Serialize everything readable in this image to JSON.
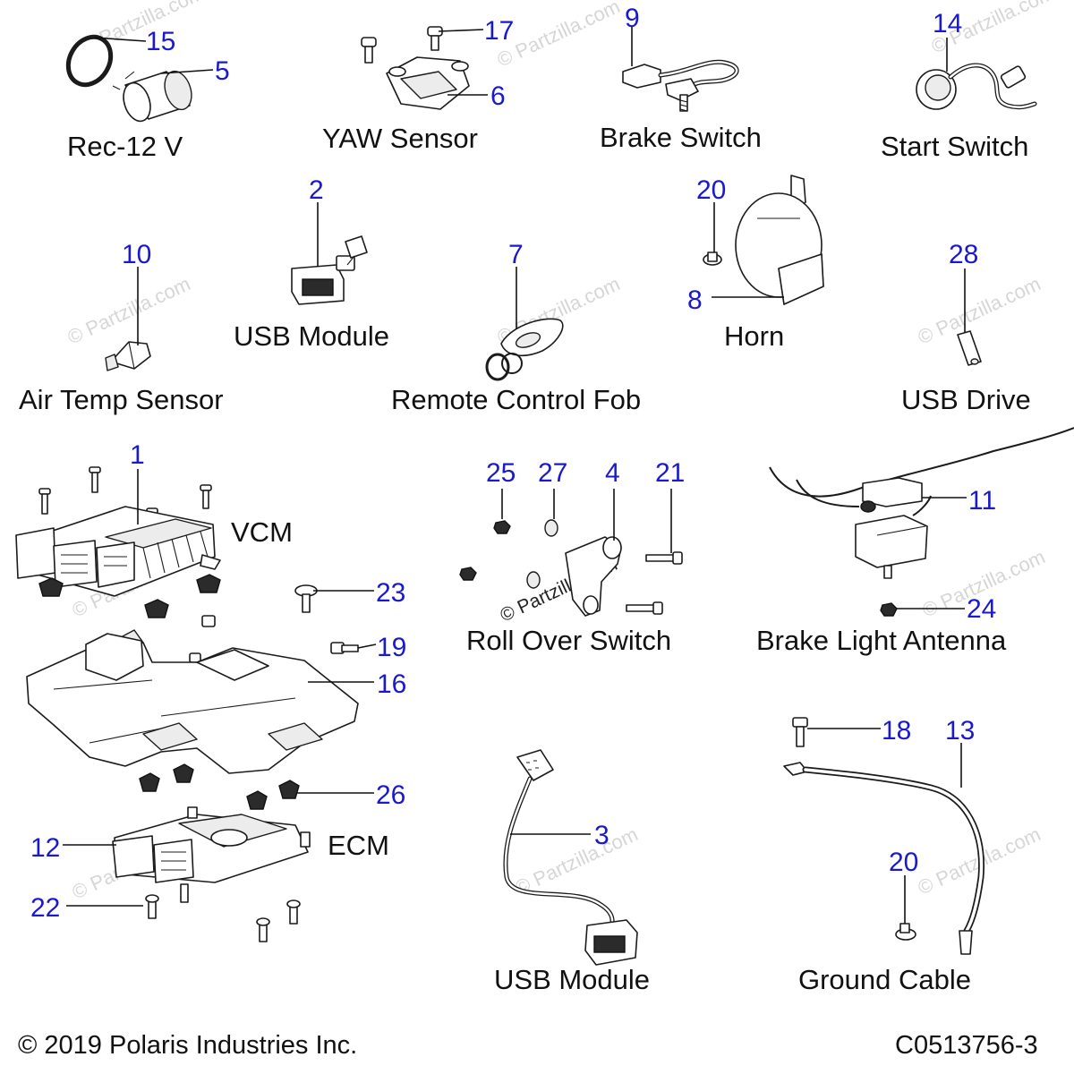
{
  "captions": {
    "rec12v": "Rec-12 V",
    "yaw_sensor": "YAW Sensor",
    "brake_switch": "Brake Switch",
    "start_switch": "Start Switch",
    "usb_module_top": "USB Module",
    "air_temp_sensor": "Air Temp Sensor",
    "remote_control_fob": "Remote Control Fob",
    "horn": "Horn",
    "usb_drive": "USB Drive",
    "vcm": "VCM",
    "roll_over_switch": "Roll Over Switch",
    "brake_light_antenna": "Brake Light Antenna",
    "ecm": "ECM",
    "usb_module_bottom": "USB Module",
    "ground_cable": "Ground Cable"
  },
  "callouts": {
    "c15": "15",
    "c5": "5",
    "c17": "17",
    "c6": "6",
    "c9": "9",
    "c14": "14",
    "c2": "2",
    "c10": "10",
    "c7": "7",
    "c20a": "20",
    "c8": "8",
    "c28": "28",
    "c1": "1",
    "c25": "25",
    "c27": "27",
    "c4": "4",
    "c21": "21",
    "c11": "11",
    "c23": "23",
    "c24": "24",
    "c19": "19",
    "c16": "16",
    "c26": "26",
    "c12": "12",
    "c22": "22",
    "c3": "3",
    "c18": "18",
    "c13": "13",
    "c20b": "20"
  },
  "watermark": "© Partzilla.com",
  "footer": {
    "copyright": "© 2019 Polaris Industries Inc.",
    "diagram_code": "C0513756-3"
  },
  "colors": {
    "callout": "#1a1acc",
    "caption": "#111111",
    "watermark": "#d6d6d6"
  }
}
